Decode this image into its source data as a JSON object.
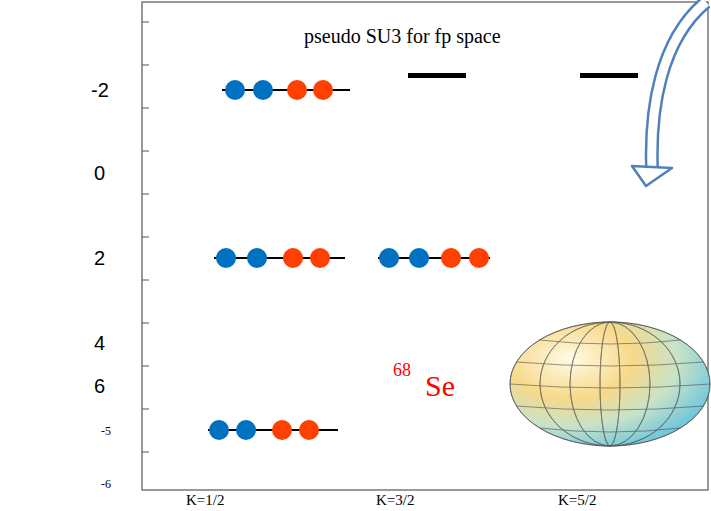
{
  "diagram": {
    "title": "pseudo SU3 for fp space",
    "labels": [
      "-2",
      "0",
      "2",
      "4",
      "6",
      "-5",
      "-6",
      "K=1/2",
      "K=3/2",
      "K=5/2",
      "68",
      "Se"
    ]
  }
}
